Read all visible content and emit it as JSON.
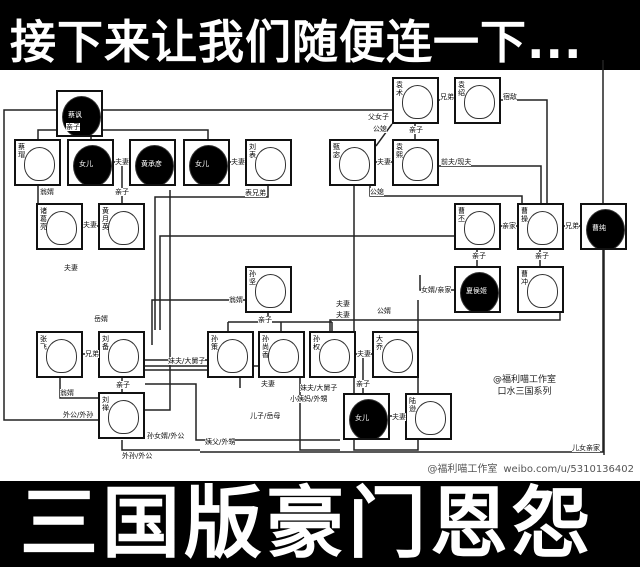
{
  "header": {
    "title": "接下来让我们随便连一下..."
  },
  "footer": {
    "title": "三国版豪门恩怨",
    "watermark_handle": "@福利喵工作室",
    "watermark_url": "weibo.com/u/5310136402"
  },
  "credit": {
    "line1": "@福利喵工作室",
    "line2": "口水三国系列"
  },
  "nodes": [
    {
      "name": "蔡讽",
      "dark": true
    },
    {
      "name": "蔡瑁",
      "dark": false
    },
    {
      "name": "女儿",
      "dark": true
    },
    {
      "name": "黄承彦",
      "dark": true
    },
    {
      "name": "女儿",
      "dark": true
    },
    {
      "name": "刘表",
      "dark": false
    },
    {
      "name": "诸葛亮",
      "dark": false
    },
    {
      "name": "黄月英",
      "dark": false
    },
    {
      "name": "袁术",
      "dark": false
    },
    {
      "name": "袁绍",
      "dark": false
    },
    {
      "name": "甄宓",
      "dark": false
    },
    {
      "name": "袁熙",
      "dark": false
    },
    {
      "name": "曹丕",
      "dark": false
    },
    {
      "name": "曹操",
      "dark": false
    },
    {
      "name": "曹纯",
      "dark": true
    },
    {
      "name": "夏侯姬",
      "dark": true
    },
    {
      "name": "曹冲",
      "dark": false
    },
    {
      "name": "孙坚",
      "dark": false
    },
    {
      "name": "张飞",
      "dark": false
    },
    {
      "name": "刘备",
      "dark": false
    },
    {
      "name": "刘禅",
      "dark": false
    },
    {
      "name": "孙策",
      "dark": false
    },
    {
      "name": "孙尚香",
      "dark": false
    },
    {
      "name": "孙权",
      "dark": false
    },
    {
      "name": "大乔",
      "dark": false
    },
    {
      "name": "女儿",
      "dark": true
    },
    {
      "name": "陆逊",
      "dark": false
    }
  ],
  "labels": [
    "亲子",
    "夫妻",
    "夫妻",
    "表兄弟",
    "翁婿",
    "夫妻",
    "亲子",
    "兄弟",
    "宿敌",
    "父女子",
    "公媳",
    "夫妻",
    "亲子",
    "前夫/现夫",
    "公媳",
    "亲家",
    "兄弟",
    "亲子",
    "亲子",
    "夫妻",
    "女婿/亲家",
    "翁婿",
    "夫妻",
    "公婿",
    "亲子",
    "岳婿",
    "兄弟",
    "妹夫/大舅子",
    "夫妻",
    "亲子",
    "夫妻",
    "翁婿",
    "外公/外孙",
    "孙女婿/外公",
    "外孙/外公",
    "姨父/外甥",
    "小姨妈/外甥",
    "儿子/岳母",
    "妹夫/大舅子",
    "夫妻",
    "亲子",
    "夫妻",
    "儿女亲家"
  ]
}
